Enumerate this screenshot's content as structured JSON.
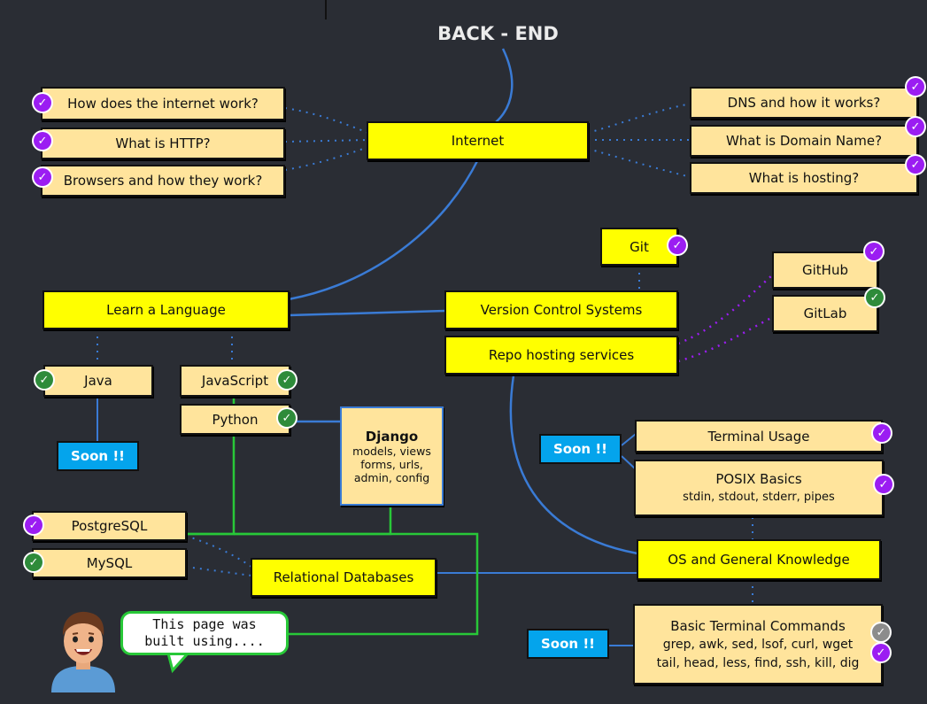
{
  "title": "BACK - END",
  "nodes": {
    "internet": "Internet",
    "how_internet": "How does the internet work?",
    "http": "What is HTTP?",
    "browsers": "Browsers and how they work?",
    "dns": "DNS and how it works?",
    "domain": "What is Domain Name?",
    "hosting": "What is hosting?",
    "git": "Git",
    "github": "GitHub",
    "gitlab": "GitLab",
    "learn_language": "Learn a Language",
    "vcs": "Version Control Systems",
    "repo_hosting": "Repo hosting services",
    "java": "Java",
    "javascript": "JavaScript",
    "python": "Python",
    "django_title": "Django",
    "django_line1": "models, views",
    "django_line2": "forms, urls,",
    "django_line3": "admin, config",
    "terminal_usage": "Terminal Usage",
    "posix_title": "POSIX Basics",
    "posix_sub": "stdin, stdout, stderr, pipes",
    "postgresql": "PostgreSQL",
    "mysql": "MySQL",
    "relational": "Relational Databases",
    "os_knowledge": "OS and General Knowledge",
    "terminal_cmds_title": "Basic Terminal Commands",
    "terminal_cmds_line1": "grep, awk, sed, lsof, curl, wget",
    "terminal_cmds_line2": "tail, head, less, find, ssh, kill, dig"
  },
  "soon_label": "Soon !!",
  "bubble": {
    "line1": "This page was",
    "line2": "built using...."
  },
  "colors": {
    "background": "#2a2d34",
    "main_node": "#ffff00",
    "sub_node": "#ffe49c",
    "soon": "#04a4ec",
    "link_blue": "#3a7bd5",
    "link_green": "#28c838",
    "link_purple": "#9b1df2",
    "check_purple": "#9b1df2",
    "check_green": "#2e8b3a"
  },
  "icons": [
    "check-purple-icon",
    "check-green-icon",
    "check-grey-icon",
    "avatar-icon"
  ]
}
